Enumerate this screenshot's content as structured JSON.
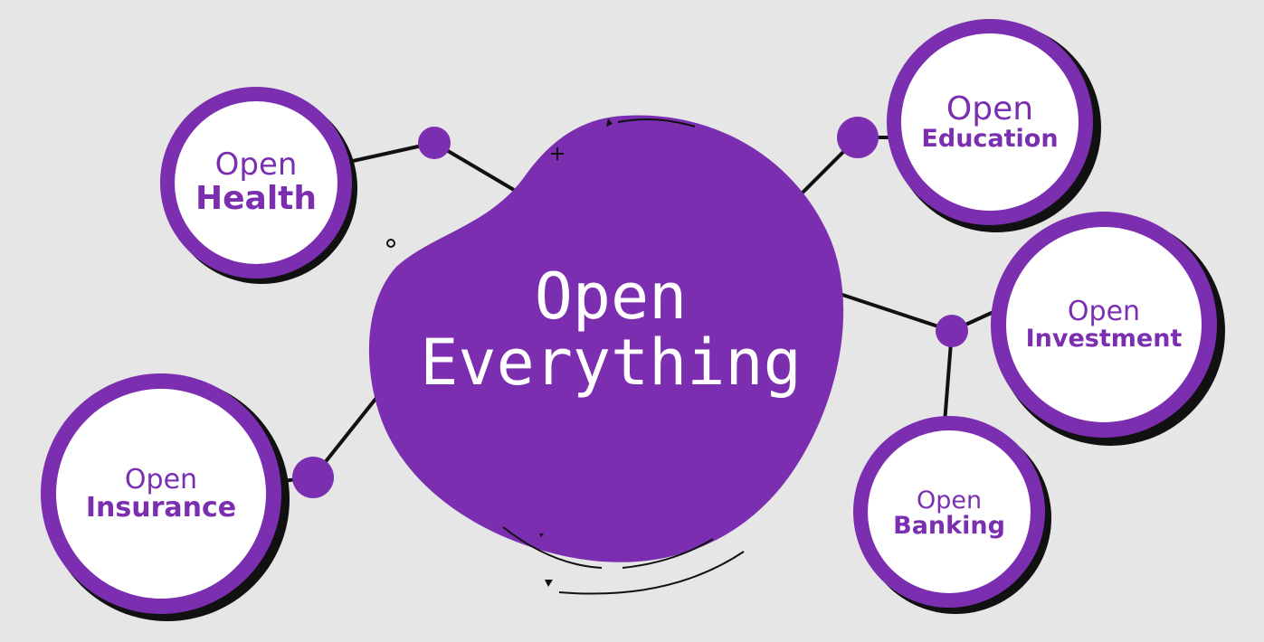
{
  "colors": {
    "background": "#e6e6e6",
    "purple": "#7b2fb0",
    "outline": "#111111",
    "circle_fill": "#ffffff",
    "center_text": "#ffffff"
  },
  "center": {
    "line1": "Open",
    "line2": "Everything"
  },
  "nodes": {
    "health": {
      "line1": "Open",
      "line2": "Health"
    },
    "insurance": {
      "line1": "Open",
      "line2": "Insurance"
    },
    "education": {
      "line1": "Open",
      "line2": "Education"
    },
    "investment": {
      "line1": "Open",
      "line2": "Investment"
    },
    "banking": {
      "line1": "Open",
      "line2": "Banking"
    }
  }
}
